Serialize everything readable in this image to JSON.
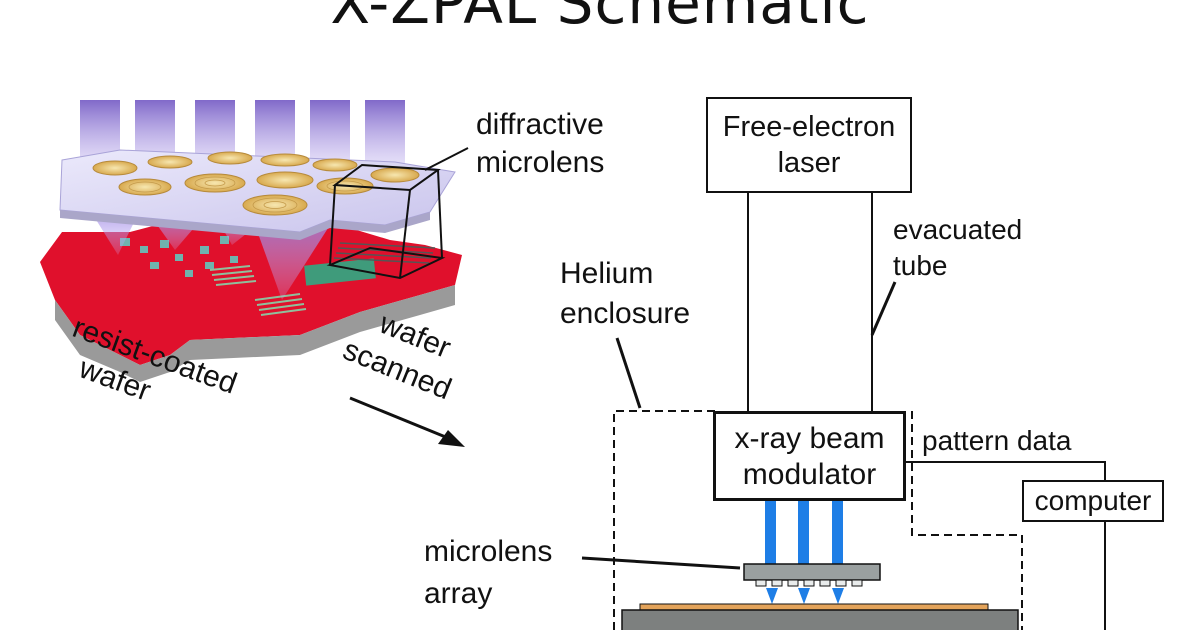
{
  "title": "X-ZPAL Schematic",
  "left_panel": {
    "diffractive_microlens": [
      "diffractive",
      "microlens"
    ],
    "resist_coated_wafer": [
      "resist-coated",
      "wafer"
    ],
    "wafer_scanned": [
      "wafer",
      "scanned"
    ]
  },
  "right_panel": {
    "free_electron_laser": [
      "Free-electron",
      "laser"
    ],
    "evacuated_tube": [
      "evacuated",
      "tube"
    ],
    "helium_enclosure": [
      "Helium",
      "enclosure"
    ],
    "beam_modulator": [
      "x-ray beam",
      "modulator"
    ],
    "pattern_data": "pattern data",
    "computer": "computer",
    "microlens_array": [
      "microlens",
      "array"
    ]
  },
  "colors": {
    "wafer_red": "#e0102c",
    "beam_violet": "#8a6fd0",
    "lens_plate": "#d9d6f2",
    "zone_gold": "#e8c36a",
    "xray_blue": "#1e7ee6",
    "substrate_gray": "#7d807f",
    "resist_orange": "#e3a35a"
  }
}
